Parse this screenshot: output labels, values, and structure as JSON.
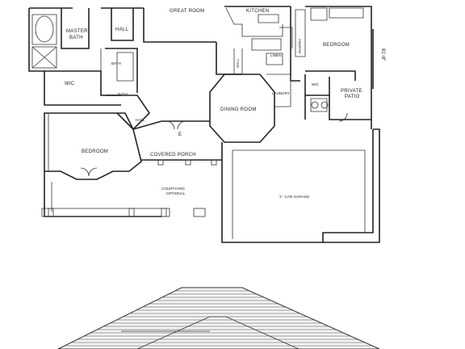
{
  "rooms": {
    "great_room": "GREAT ROOM",
    "kitchen": "KITCHEN",
    "master_bath": [
      "MASTER",
      "BATH"
    ],
    "hall_top": "HALL",
    "hall_kitchen": "HALL",
    "hall_lower": "HALL",
    "wic_left": "WIC",
    "wic_right": "WIC",
    "bath_small": "BATH",
    "bath_mid": "BATH",
    "pantry": "PANTRY",
    "bedroom_right": "BEDROOM",
    "bedroom_left": "BEDROOM",
    "dining_room": "DINING ROOM",
    "laundry": "LAUNDRY",
    "linen": "LINEN",
    "private_patio": [
      "PRIVATE",
      "PATIO"
    ],
    "covered_porch": "COVERED   PORCH",
    "courtyard": [
      "COURTYARD",
      "OPTIONAL"
    ],
    "garage": "3 - CAR GARAGE",
    "entry": "E"
  },
  "dimension": "81'-8\""
}
